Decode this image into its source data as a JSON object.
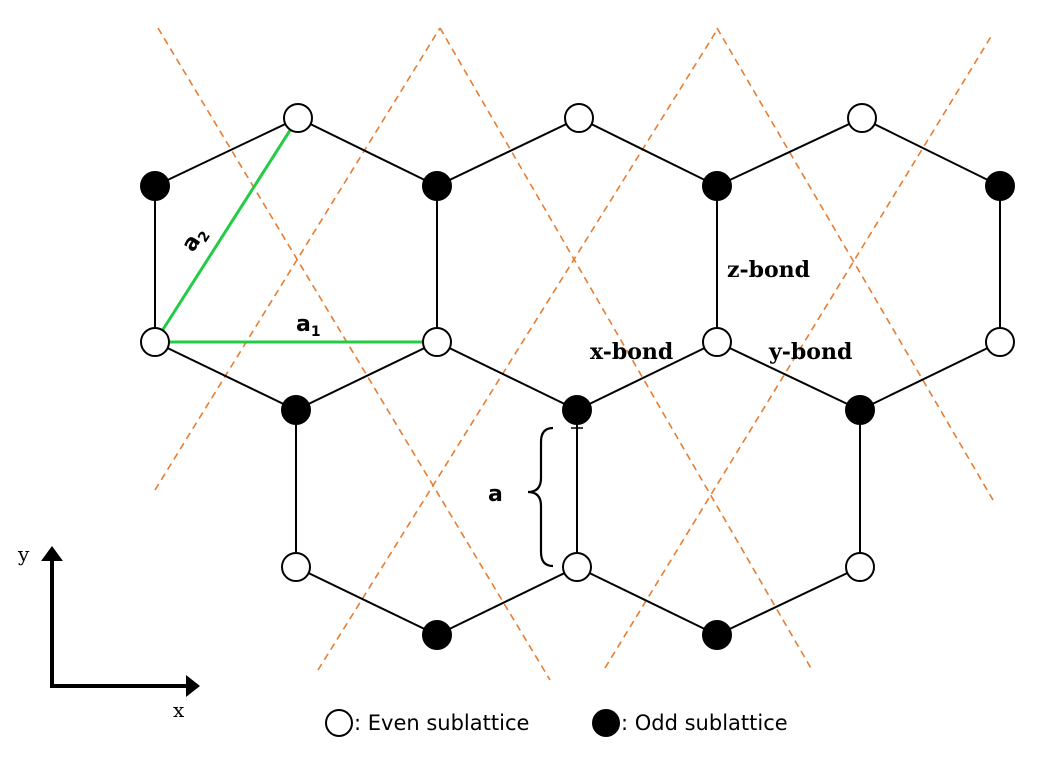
{
  "labels": {
    "vector_a1": "a",
    "vector_a1_sub": "1",
    "vector_a2": "a",
    "vector_a2_sub": "2",
    "z_bond": "z-bond",
    "x_bond": "x-bond",
    "y_bond": "y-bond",
    "lattice_constant": "a",
    "axis_x": "x",
    "axis_y": "y"
  },
  "legend": {
    "even": ": Even sublattice",
    "odd": ": Odd sublattice"
  },
  "colors": {
    "bond": "#000000",
    "dashed_lines": "#e87d2f",
    "vectors": "#22cc44",
    "even_site_fill": "#ffffff",
    "odd_site_fill": "#000000"
  }
}
